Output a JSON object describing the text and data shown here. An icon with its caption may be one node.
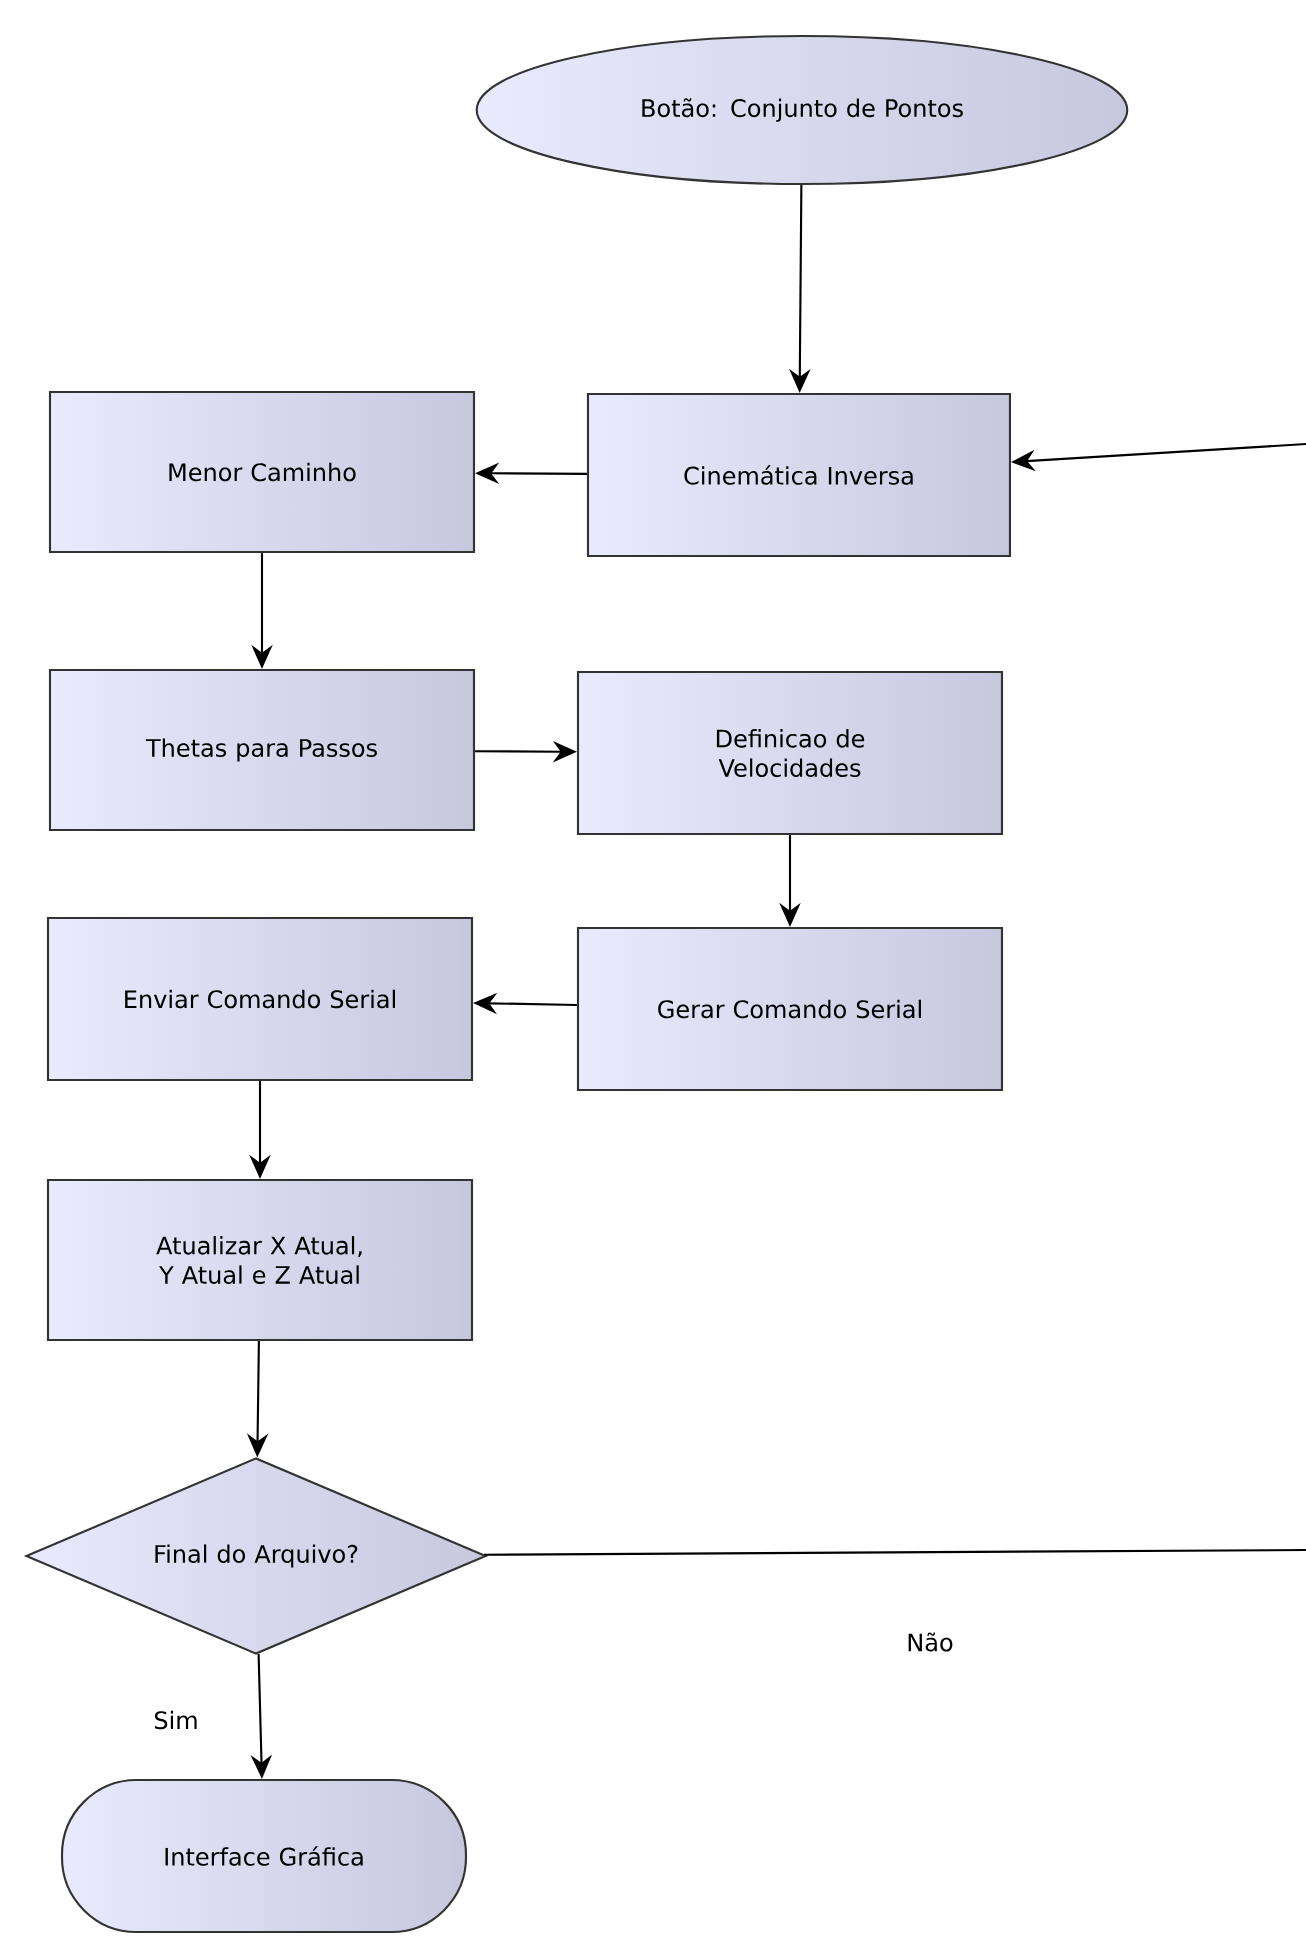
{
  "diagram": {
    "nodes": [
      {
        "text": [
          "Botão: Conjunto de Pontos"
        ]
      },
      {
        "text": [
          "Cinemática Inversa"
        ]
      },
      {
        "text": [
          "Menor Caminho"
        ]
      },
      {
        "text": [
          "Thetas para Passos"
        ]
      },
      {
        "text": [
          "Definicao de Velocidades"
        ]
      },
      {
        "text": [
          "Gerar Comando Serial"
        ]
      },
      {
        "text": [
          "Enviar Comando Serial"
        ]
      },
      {
        "text": [
          "Atualizar X Atual, Y Atual e Z Atual"
        ]
      },
      {
        "text": [
          "Final do Arquivo?"
        ]
      },
      {
        "text": [
          "Interface Gráfica"
        ]
      }
    ],
    "edges": [
      {
        "from": 0,
        "to": 1,
        "arrow": "to"
      },
      {
        "from": 1,
        "to": 2,
        "arrow": "to"
      },
      {
        "from": 2,
        "to": 3,
        "arrow": "to"
      },
      {
        "from": 3,
        "to": 4,
        "arrow": "to"
      },
      {
        "from": 4,
        "to": 5,
        "arrow": "to"
      },
      {
        "from": 5,
        "to": 6,
        "arrow": "to"
      },
      {
        "from": 6,
        "to": 7,
        "arrow": "to"
      },
      {
        "from": 7,
        "to": 8,
        "arrow": "to"
      },
      {
        "from": 8,
        "to": 9,
        "arrow": "to",
        "label": "Sim"
      },
      {
        "from": 8,
        "to": null,
        "arrow": "none",
        "label": "Não"
      },
      {
        "from": null,
        "to": 1,
        "arrow": "to"
      }
    ]
  }
}
